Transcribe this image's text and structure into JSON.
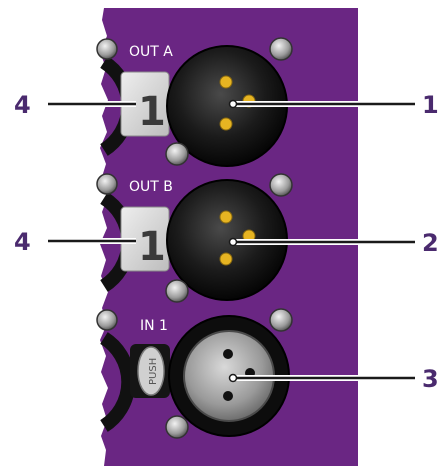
{
  "panel": {
    "color": "#6a2683",
    "labels": {
      "out_a": "OUT A",
      "out_b": "OUT B",
      "in_1": "IN 1",
      "push": "PUSH",
      "port_a_number": "1",
      "port_b_number": "1"
    }
  },
  "callouts": {
    "c1": "1",
    "c2": "2",
    "c3": "3",
    "c4a": "4",
    "c4b": "4",
    "color": "#4a2a6e"
  }
}
